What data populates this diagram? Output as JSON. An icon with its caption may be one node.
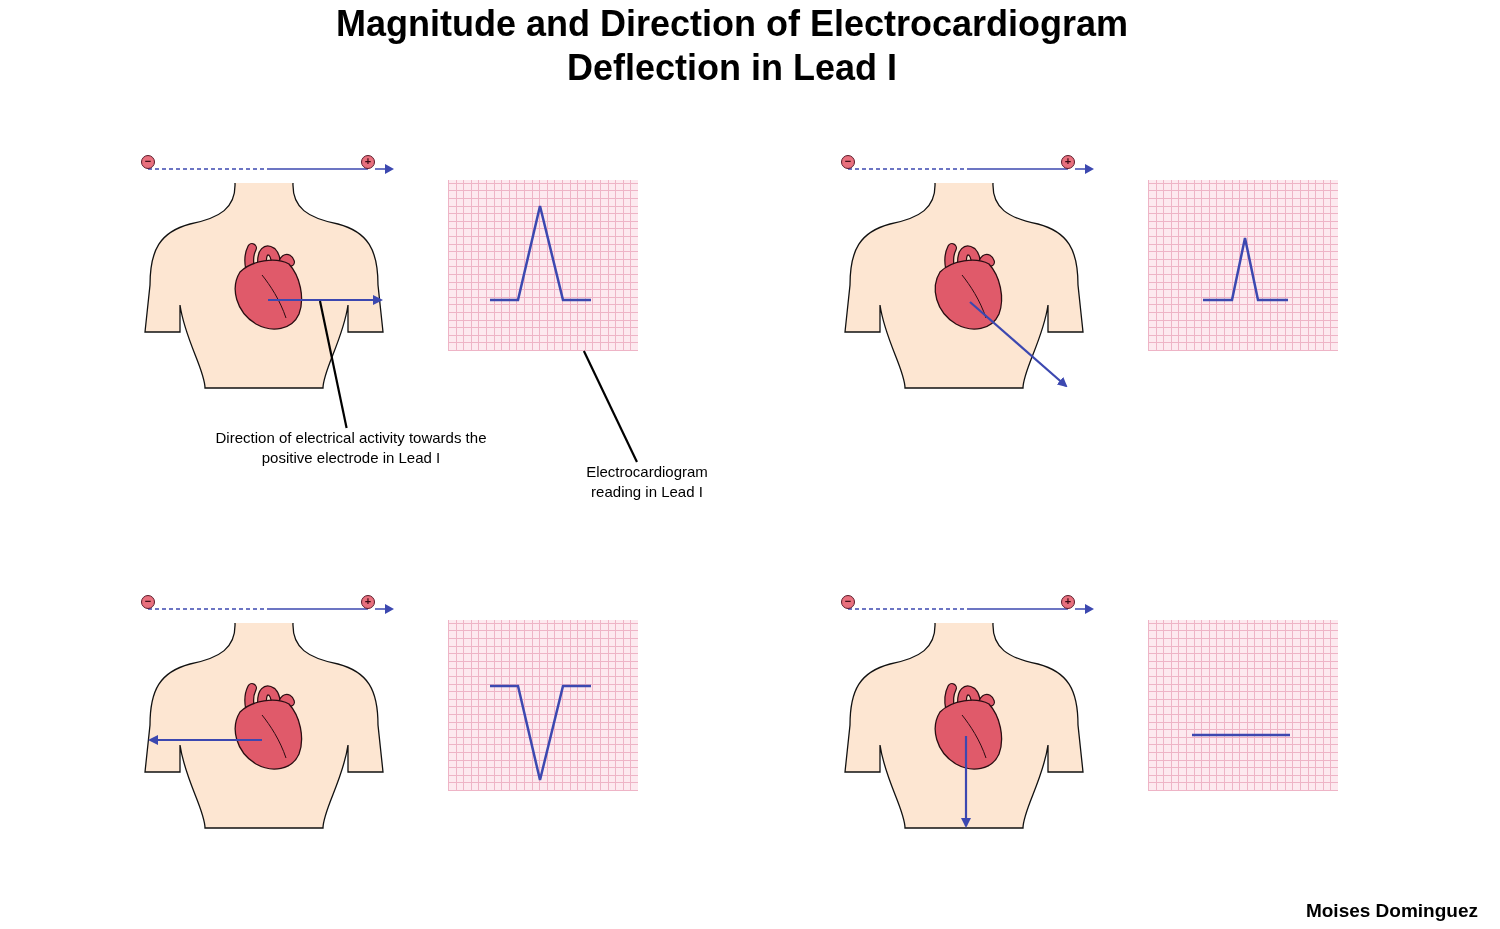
{
  "diagram": {
    "title": "Magnitude and Direction of Electrocardiogram Deflection in Lead I",
    "nodes": [
      {
        "text": [
          "−"
        ]
      },
      {
        "text": [
          "+"
        ]
      },
      {
        "text": [],
        "shape": "box"
      },
      {
        "text": [
          "−"
        ]
      },
      {
        "text": [
          "+"
        ]
      },
      {
        "text": [],
        "shape": "box"
      },
      {
        "text": [
          "Direction of electrical activity towards the positive electrode in Lead I"
        ]
      },
      {
        "text": [
          "Electrocardiogram reading in Lead I"
        ]
      },
      {
        "text": [
          "−"
        ]
      },
      {
        "text": [
          "+"
        ]
      },
      {
        "text": [],
        "shape": "box"
      },
      {
        "text": [
          "−"
        ]
      },
      {
        "text": [
          "+"
        ]
      },
      {
        "text": [],
        "shape": "box"
      }
    ],
    "edges": [
      {
        "from": 6,
        "to": null,
        "arrow": "none",
        "color": "#000000"
      },
      {
        "from": 0,
        "to": 1,
        "arrow": "none",
        "style": "dashed"
      },
      {
        "from": 3,
        "to": 4,
        "arrow": "none",
        "style": "dashed"
      },
      {
        "from": 8,
        "to": 9,
        "arrow": "none",
        "style": "dashed"
      },
      {
        "from": 11,
        "to": 12,
        "arrow": "none",
        "style": "dashed"
      },
      {
        "from": 7,
        "to": 2,
        "arrow": "none",
        "color": "#000000"
      }
    ],
    "labels": [
      "Moises Dominguez"
    ]
  }
}
